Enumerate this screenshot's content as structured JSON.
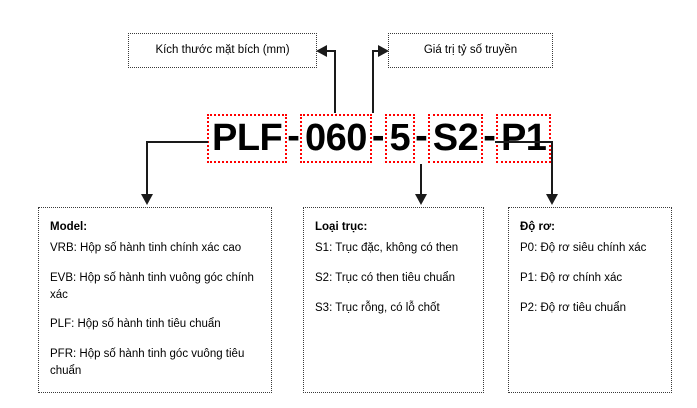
{
  "diagram": {
    "part_number": {
      "segments": [
        {
          "id": "model",
          "text": "PLF"
        },
        {
          "id": "flange",
          "text": "060"
        },
        {
          "id": "ratio",
          "text": "5"
        },
        {
          "id": "shaft",
          "text": "S2"
        },
        {
          "id": "backlash",
          "text": "P1"
        }
      ],
      "separator": "-",
      "accent_color": "#ff0000"
    },
    "top_callouts": [
      {
        "id": "flange-size",
        "label": "Kích thước mặt bích (mm)"
      },
      {
        "id": "ratio-value",
        "label": "Giá trị tỷ số truyền"
      }
    ],
    "legends": [
      {
        "id": "model",
        "title": "Model:",
        "items": [
          "VRB: Hộp số hành tinh chính xác cao",
          "EVB: Hộp số hành tinh vuông góc chính xác",
          "PLF: Hộp số hành tinh tiêu chuẩn",
          "PFR: Hộp số hành tinh góc vuông tiêu chuẩn"
        ]
      },
      {
        "id": "shaft-type",
        "title": "Loại trục:",
        "items": [
          "S1: Trục đặc, không có then",
          "S2: Trục có then tiêu chuẩn",
          "S3: Trục rỗng, có lỗ chốt"
        ]
      },
      {
        "id": "backlash",
        "title": "Độ rơ:",
        "items": [
          "P0: Độ rơ siêu chính xác",
          "P1: Độ rơ chính xác",
          "P2: Độ rơ tiêu chuẩn"
        ]
      }
    ]
  }
}
